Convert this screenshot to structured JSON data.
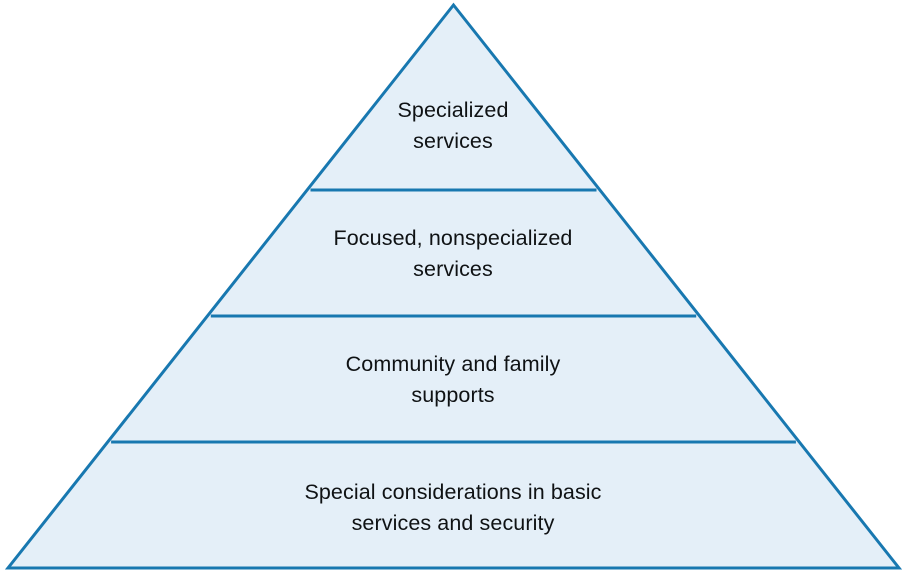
{
  "diagram": {
    "type": "pyramid",
    "orientation": "apex-up",
    "tier_count": 4,
    "colors": {
      "stroke": "#1878b0",
      "fill": "#e4eff8",
      "background": "#ffffff",
      "text": "#0f1214"
    },
    "geometry": {
      "apex": [
        453.5,
        5
      ],
      "base_left": [
        8,
        568
      ],
      "base_right": [
        899,
        568
      ],
      "divider_y": [
        190,
        316,
        442
      ],
      "stroke_width": 3
    },
    "tiers": [
      {
        "index": 1,
        "position": "top",
        "label": "Specialized\nservices"
      },
      {
        "index": 2,
        "position": "upper-middle",
        "label": "Focused, nonspecialized\nservices"
      },
      {
        "index": 3,
        "position": "lower-middle",
        "label": "Community and family\nsupports"
      },
      {
        "index": 4,
        "position": "bottom",
        "label": "Special considerations in basic\nservices and security"
      }
    ]
  }
}
